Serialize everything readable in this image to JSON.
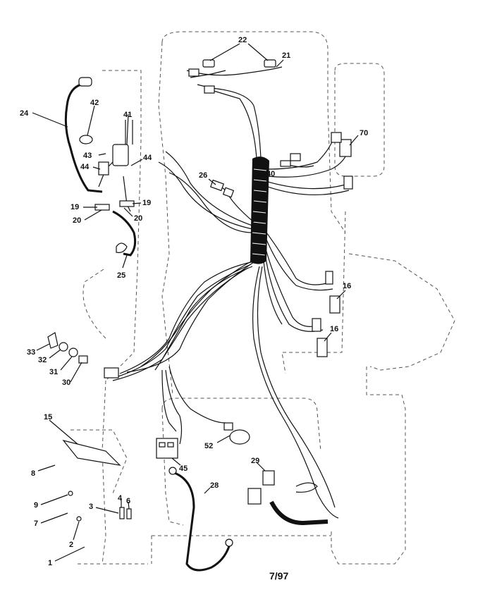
{
  "footer": {
    "date_code": "7/97"
  },
  "callouts": [
    {
      "id": "c22",
      "text": "22"
    },
    {
      "id": "c21",
      "text": "21"
    },
    {
      "id": "c70",
      "text": "70"
    },
    {
      "id": "c40",
      "text": "40"
    },
    {
      "id": "c24",
      "text": "24"
    },
    {
      "id": "c42",
      "text": "42"
    },
    {
      "id": "c41",
      "text": "41"
    },
    {
      "id": "c43",
      "text": "43"
    },
    {
      "id": "c44a",
      "text": "44"
    },
    {
      "id": "c44b",
      "text": "44"
    },
    {
      "id": "c26",
      "text": "26"
    },
    {
      "id": "c19a",
      "text": "19"
    },
    {
      "id": "c19b",
      "text": "19"
    },
    {
      "id": "c20a",
      "text": "20"
    },
    {
      "id": "c20b",
      "text": "20"
    },
    {
      "id": "c25",
      "text": "25"
    },
    {
      "id": "c16a",
      "text": "16"
    },
    {
      "id": "c16b",
      "text": "16"
    },
    {
      "id": "c33",
      "text": "33"
    },
    {
      "id": "c32",
      "text": "32"
    },
    {
      "id": "c31",
      "text": "31"
    },
    {
      "id": "c30",
      "text": "30"
    },
    {
      "id": "c15",
      "text": "15"
    },
    {
      "id": "c8",
      "text": "8"
    },
    {
      "id": "c52",
      "text": "52"
    },
    {
      "id": "c45",
      "text": "45"
    },
    {
      "id": "c29",
      "text": "29"
    },
    {
      "id": "c9",
      "text": "9"
    },
    {
      "id": "c3",
      "text": "3"
    },
    {
      "id": "c4",
      "text": "4"
    },
    {
      "id": "c6",
      "text": "6"
    },
    {
      "id": "c28",
      "text": "28"
    },
    {
      "id": "c7",
      "text": "7"
    },
    {
      "id": "c2",
      "text": "2"
    },
    {
      "id": "c1",
      "text": "1"
    }
  ]
}
